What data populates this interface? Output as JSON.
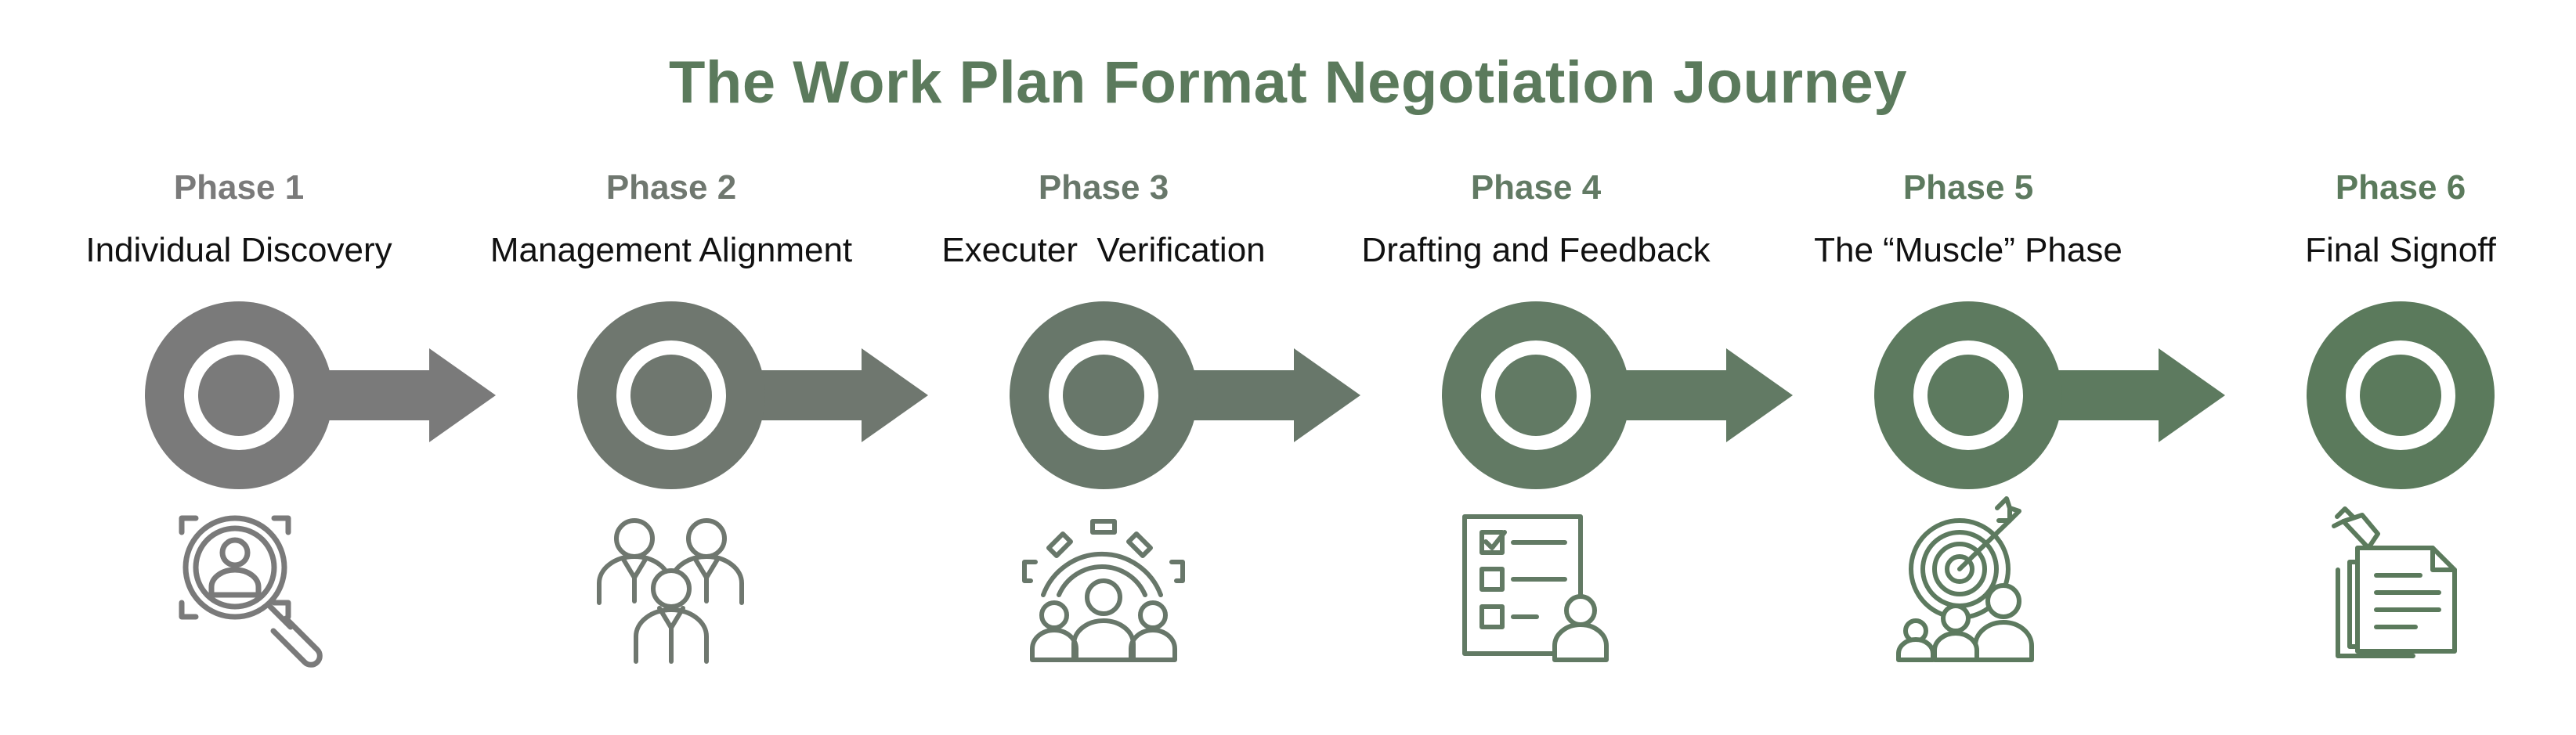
{
  "title": "The Work Plan Format Negotiation Journey",
  "colors": [
    "#7a7a7a",
    "#6f776f",
    "#68776a",
    "#627a64",
    "#5d7a5f",
    "#5b7a5c"
  ],
  "phases": [
    {
      "number": "Phase 1",
      "name": "Individual Discovery",
      "icon": "magnifier-person-icon"
    },
    {
      "number": "Phase 2",
      "name": "Management Alignment",
      "icon": "team-group-icon"
    },
    {
      "number": "Phase 3",
      "name": "Executer  Verification",
      "icon": "gear-people-icon"
    },
    {
      "number": "Phase 4",
      "name": "Drafting and Feedback",
      "icon": "checklist-person-icon"
    },
    {
      "number": "Phase 5",
      "name": "The “Muscle” Phase",
      "icon": "target-people-icon"
    },
    {
      "number": "Phase 6",
      "name": "Final Signoff",
      "icon": "signed-documents-icon"
    }
  ]
}
